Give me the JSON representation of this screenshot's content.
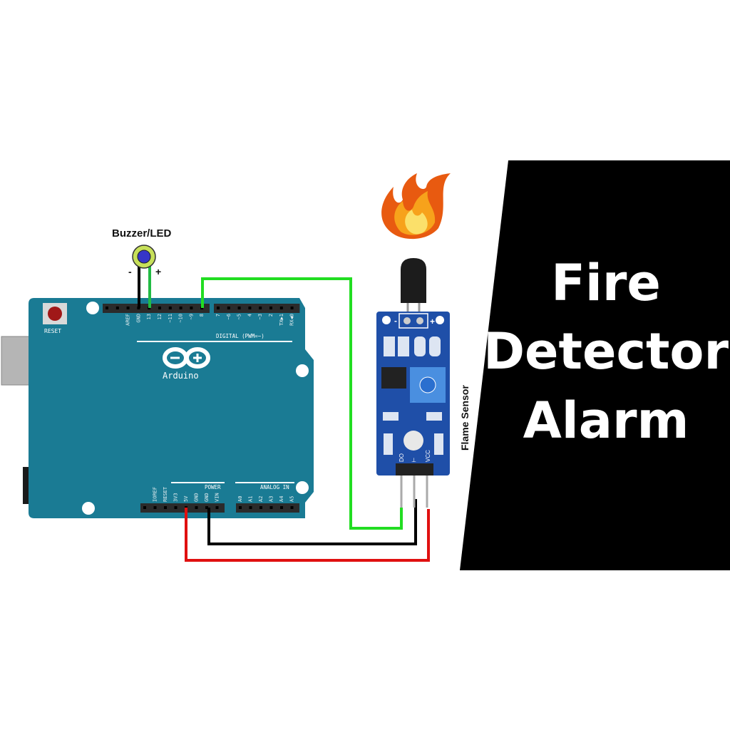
{
  "title": {
    "lines": [
      "Fire",
      "Detector",
      "Alarm"
    ]
  },
  "labels": {
    "buzzer": "Buzzer/LED",
    "buzzer_minus": "-",
    "buzzer_plus": "+",
    "flame_sensor": "Flame Sensor",
    "reset": "RESET",
    "arduino": "Arduino",
    "digital": "DIGITAL (PWM=~)",
    "power": "POWER",
    "analog_in": "ANALOG IN",
    "sensor_minus": "-",
    "sensor_plus": "+",
    "sensor_pins": [
      "DO",
      "⊥",
      "VCC"
    ]
  },
  "digital_pins": [
    "AREF",
    "GND",
    "13",
    "12",
    "~11",
    "~10",
    "~9",
    "8",
    "7",
    "~6",
    "~5",
    "4",
    "~3",
    "2",
    "TX▶1",
    "RX◀0"
  ],
  "power_pins": [
    "IOREF",
    "RESET",
    "3V3",
    "5V",
    "GND",
    "GND",
    "VIN"
  ],
  "analog_pins": [
    "A0",
    "A1",
    "A2",
    "A3",
    "A4",
    "A5"
  ],
  "colors": {
    "board": "#1a7b94",
    "sensor_board": "#1f4fa8",
    "wire_green": "#22dd22",
    "wire_black": "#000000",
    "wire_red": "#e01010",
    "panel": "#000000"
  }
}
